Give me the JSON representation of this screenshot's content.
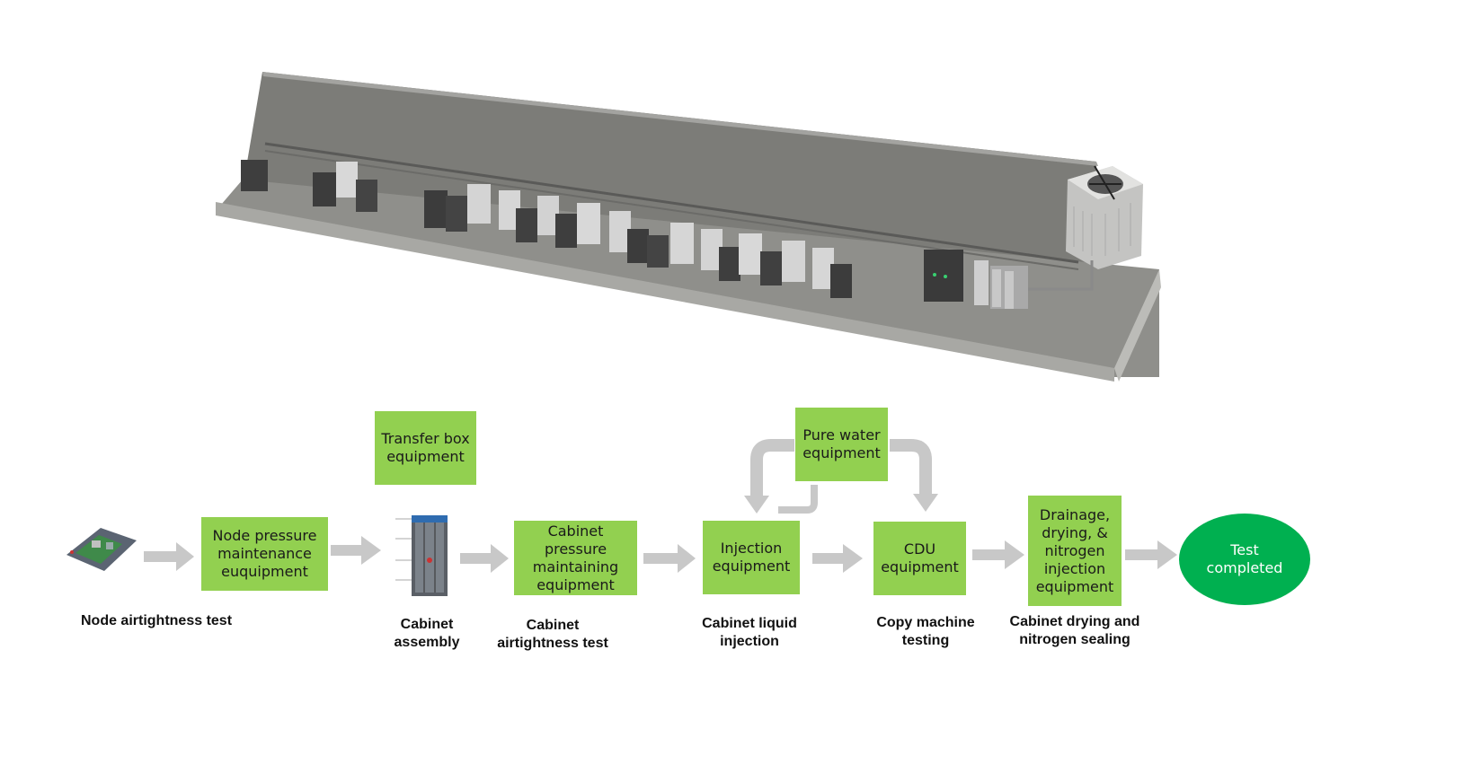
{
  "flow": {
    "boxes": {
      "node_pressure": "Node pressure maintenance euquipment",
      "transfer_box": "Transfer box equipment",
      "cabinet_pressure": "Cabinet pressure maintaining equipment",
      "injection": "Injection equipment",
      "pure_water": "Pure water equipment",
      "cdu": "CDU equipment",
      "drainage": "Drainage, drying, & nitrogen injection equipment",
      "test_completed": "Test completed"
    },
    "captions": {
      "node_airtightness": "Node airtightness test",
      "cabinet_assembly_1": "Cabinet",
      "cabinet_assembly_2": "assembly",
      "cabinet_airtightness_1": "Cabinet",
      "cabinet_airtightness_2": "airtightness test",
      "liquid_injection_1": "Cabinet liquid",
      "liquid_injection_2": "injection",
      "copy_machine_1": "Copy machine",
      "copy_machine_2": "testing",
      "drying_sealing_1": "Cabinet drying and",
      "drying_sealing_2": "nitrogen sealing"
    }
  },
  "colors": {
    "box_green": "#92d050",
    "ellipse_green": "#00b050",
    "arrow_gray": "#c8c8c8",
    "platform_gray": "#8f8f8b"
  }
}
